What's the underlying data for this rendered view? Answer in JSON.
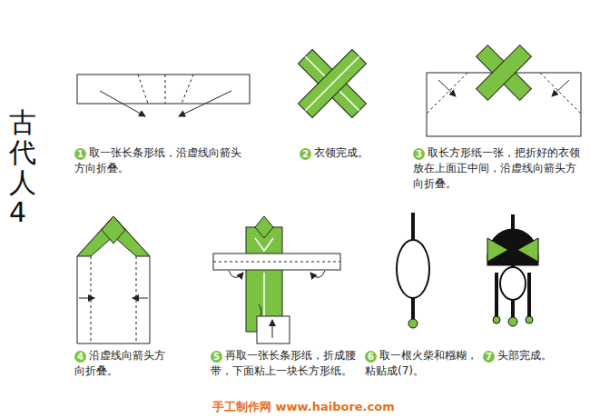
{
  "diagram": {
    "title": "古代人 4",
    "labels": [
      "1",
      "取一张长条形纸，沿虚线向箭头方向折叠。",
      "2",
      "衣领完成。",
      "3",
      "取长方形纸一张，把折好的衣领放在上面正中间，沿虚线向箭头方向折叠。",
      "4",
      "沿虚线向箭头方向折叠。",
      "5",
      "再取一张长条形纸，折成腰带，下面粘上一块长方形纸。",
      "6",
      "取一根火柴和糨糊，粘贴成(7)。",
      "7",
      "头部完成。",
      "手工制作网 www.haibore.com"
    ]
  }
}
